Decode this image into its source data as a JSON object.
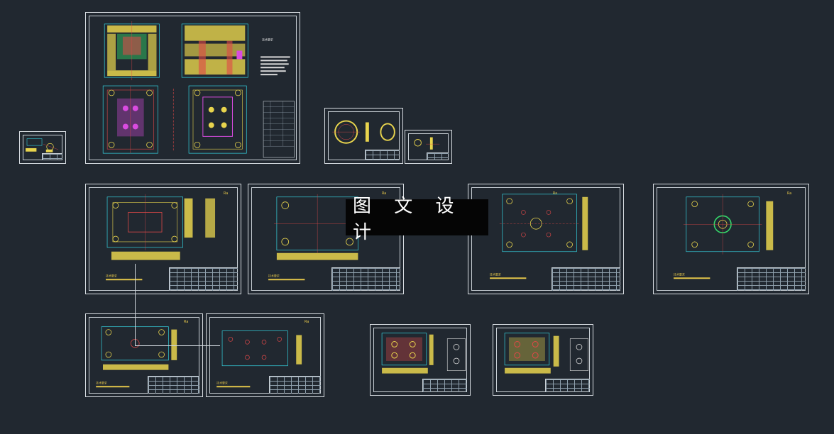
{
  "watermark": {
    "text": "图 文 设 计"
  },
  "colors": {
    "background": "#212830",
    "sheet_border": "#d8dde2",
    "geometry_yellow": "#e8d44d",
    "geometry_red": "#e04848",
    "geometry_cyan": "#35d3e0",
    "geometry_green": "#35d86a",
    "geometry_magenta": "#d94be0",
    "watermark_bg": "#050505"
  },
  "drawings": [
    {
      "id": "mini-part-sheet"
    },
    {
      "id": "mold-assembly-sheet"
    },
    {
      "id": "ring-part-sheet"
    },
    {
      "id": "small-detail-sheet"
    },
    {
      "id": "plate-sheet-1"
    },
    {
      "id": "plate-sheet-2"
    },
    {
      "id": "plate-sheet-3"
    },
    {
      "id": "plate-sheet-4"
    },
    {
      "id": "plate-sheet-5"
    },
    {
      "id": "plate-sheet-6"
    },
    {
      "id": "cavity-sheet-1"
    },
    {
      "id": "cavity-sheet-2"
    }
  ]
}
